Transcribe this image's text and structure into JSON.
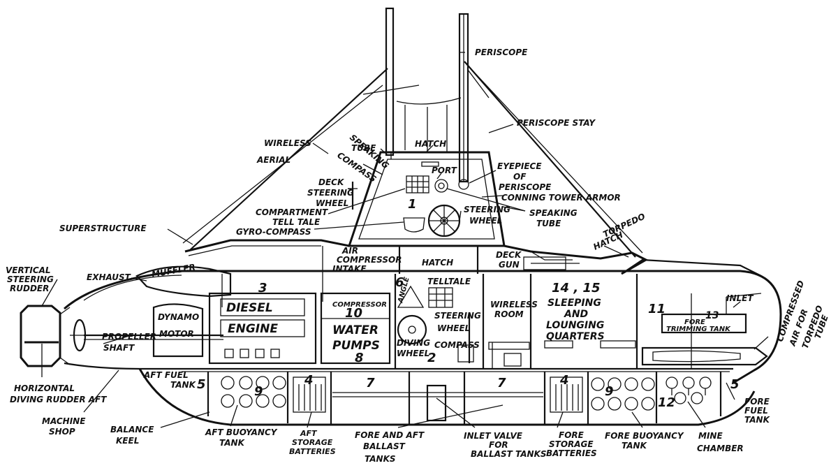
{
  "labels": {
    "periscope": "PERISCOPE",
    "periscope_stay": "PERISCOPE STAY",
    "wireless": "WIRELESS",
    "aerial": "AERIAL",
    "speaking_tube_top_1": "SPEAKING",
    "speaking_tube_top_2": "TUBE",
    "compass_top": "COMPASS",
    "hatch_top": "HATCH",
    "port": "PORT",
    "eyepiece_1": "EYEPIECE",
    "eyepiece_2": "OF",
    "eyepiece_3": "PERISCOPE",
    "deck_steering_1": "DECK",
    "deck_steering_2": "STEERING",
    "deck_steering_3": "WHEEL",
    "conning_tower_armor": "CONNING TOWER ARMOR",
    "compartment_telltale_1": "COMPARTMENT",
    "compartment_telltale_2": "TELL TALE",
    "steering_wheel_tower_1": "STEERING",
    "steering_wheel_tower_2": "WHEEL",
    "speaking_tube_right_1": "SPEAKING",
    "speaking_tube_right_2": "TUBE",
    "gyro_compass": "GYRO-COMPASS",
    "superstructure": "SUPERSTRUCTURE",
    "torpedo_hatch_1": "TORPEDO",
    "torpedo_hatch_2": "HATCH",
    "air_compressor_1": "AIR",
    "air_compressor_2": "COMPRESSOR",
    "air_compressor_3": "INTAKE",
    "deck_gun_1": "DECK",
    "deck_gun_2": "GUN",
    "hatch_mid": "HATCH",
    "vertical_rudder_1": "VERTICAL",
    "vertical_rudder_2": "STEERING",
    "vertical_rudder_3": "RUDDER",
    "exhaust": "EXHAUST",
    "muffler": "MUFFLER",
    "diesel": "DIESEL",
    "engine": "ENGINE",
    "dynamo_1": "DYNAMO",
    "dynamo_2": "MOTOR",
    "compressor": "COMPRESSOR",
    "water_pumps_1": "WATER",
    "water_pumps_2": "PUMPS",
    "angle": "ANGLE",
    "telltale": "TELLTALE",
    "steering_wheel_mid_1": "STEERING",
    "steering_wheel_mid_2": "WHEEL",
    "diving_wheel_1": "DIVING",
    "diving_wheel_2": "WHEEL",
    "compass_mid": "COMPASS",
    "wireless_room_1": "WIRELESS",
    "wireless_room_2": "ROOM",
    "sleeping_1": "SLEEPING",
    "sleeping_2": "AND",
    "sleeping_3": "LOUNGING",
    "sleeping_4": "QUARTERS",
    "inlet": "INLET",
    "fore_trimming_1": "FORE",
    "fore_trimming_2": "TRIMMING TANK",
    "compressed_air_1": "COMPRESSED",
    "compressed_air_2": "AIR    FOR",
    "compressed_air_3": "TORPEDO",
    "compressed_air_4": "TUBE",
    "propeller": "PROPELLER",
    "shaft": "SHAFT",
    "aft_fuel_1": "AFT    FUEL",
    "aft_fuel_2": "TANK",
    "horizontal_rudder_1": "HORIZONTAL",
    "horizontal_rudder_2": "DIVING RUDDER AFT",
    "machine_shop_1": "MACHINE",
    "machine_shop_2": "SHOP",
    "balance_keel_1": "BALANCE",
    "balance_keel_2": "KEEL",
    "aft_buoyancy_1": "AFT BUOYANCY",
    "aft_buoyancy_2": "TANK",
    "aft_storage_1": "AFT",
    "aft_storage_2": "STORAGE",
    "aft_storage_3": "BATTERIES",
    "fore_aft_ballast_1": "FORE AND AFT",
    "fore_aft_ballast_2": "BALLAST",
    "fore_aft_ballast_3": "TANKS",
    "inlet_valve_1": "INLET VALVE",
    "inlet_valve_2": "FOR",
    "inlet_valve_3": "BALLAST TANKS",
    "fore_storage_1": "FORE",
    "fore_storage_2": "STORAGE",
    "fore_storage_3": "BATTERIES",
    "fore_buoyancy_1": "FORE BUOYANCY",
    "fore_buoyancy_2": "TANK",
    "mine_chamber_1": "MINE",
    "mine_chamber_2": "CHAMBER",
    "fore_fuel_1": "FORE",
    "fore_fuel_2": "FUEL",
    "fore_fuel_3": "TANK"
  },
  "numbers": {
    "n1": "1",
    "n2": "2",
    "n3": "3",
    "n4a": "4",
    "n4b": "4",
    "n5a": "5",
    "n5b": "5",
    "n6": "6",
    "n7a": "7",
    "n7b": "7",
    "n8": "8",
    "n9a": "9",
    "n9b": "9",
    "n10": "10",
    "n11": "11",
    "n12": "12",
    "n13": "13",
    "n14_15": "14 , 15"
  }
}
